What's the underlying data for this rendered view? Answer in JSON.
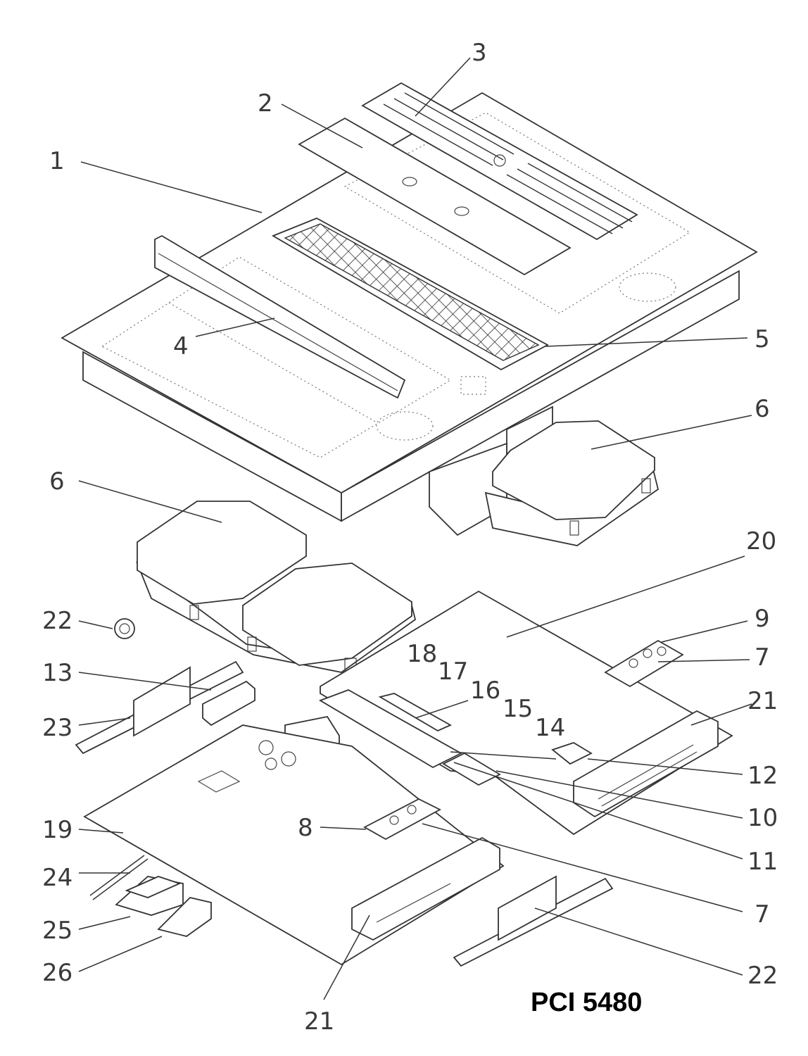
{
  "model_label": "PCI 5480",
  "callouts": {
    "c1": "1",
    "c2": "2",
    "c3": "3",
    "c4": "4",
    "c5": "5",
    "c6a": "6",
    "c6b": "6",
    "c7a": "7",
    "c7b": "7",
    "c8": "8",
    "c9": "9",
    "c10": "10",
    "c11": "11",
    "c12": "12",
    "c13": "13",
    "c14": "14",
    "c15": "15",
    "c16": "16",
    "c17": "17",
    "c18": "18",
    "c19": "19",
    "c20": "20",
    "c21a": "21",
    "c21b": "21",
    "c22a": "22",
    "c22b": "22",
    "c23": "23",
    "c24": "24",
    "c25": "25",
    "c26": "26"
  }
}
